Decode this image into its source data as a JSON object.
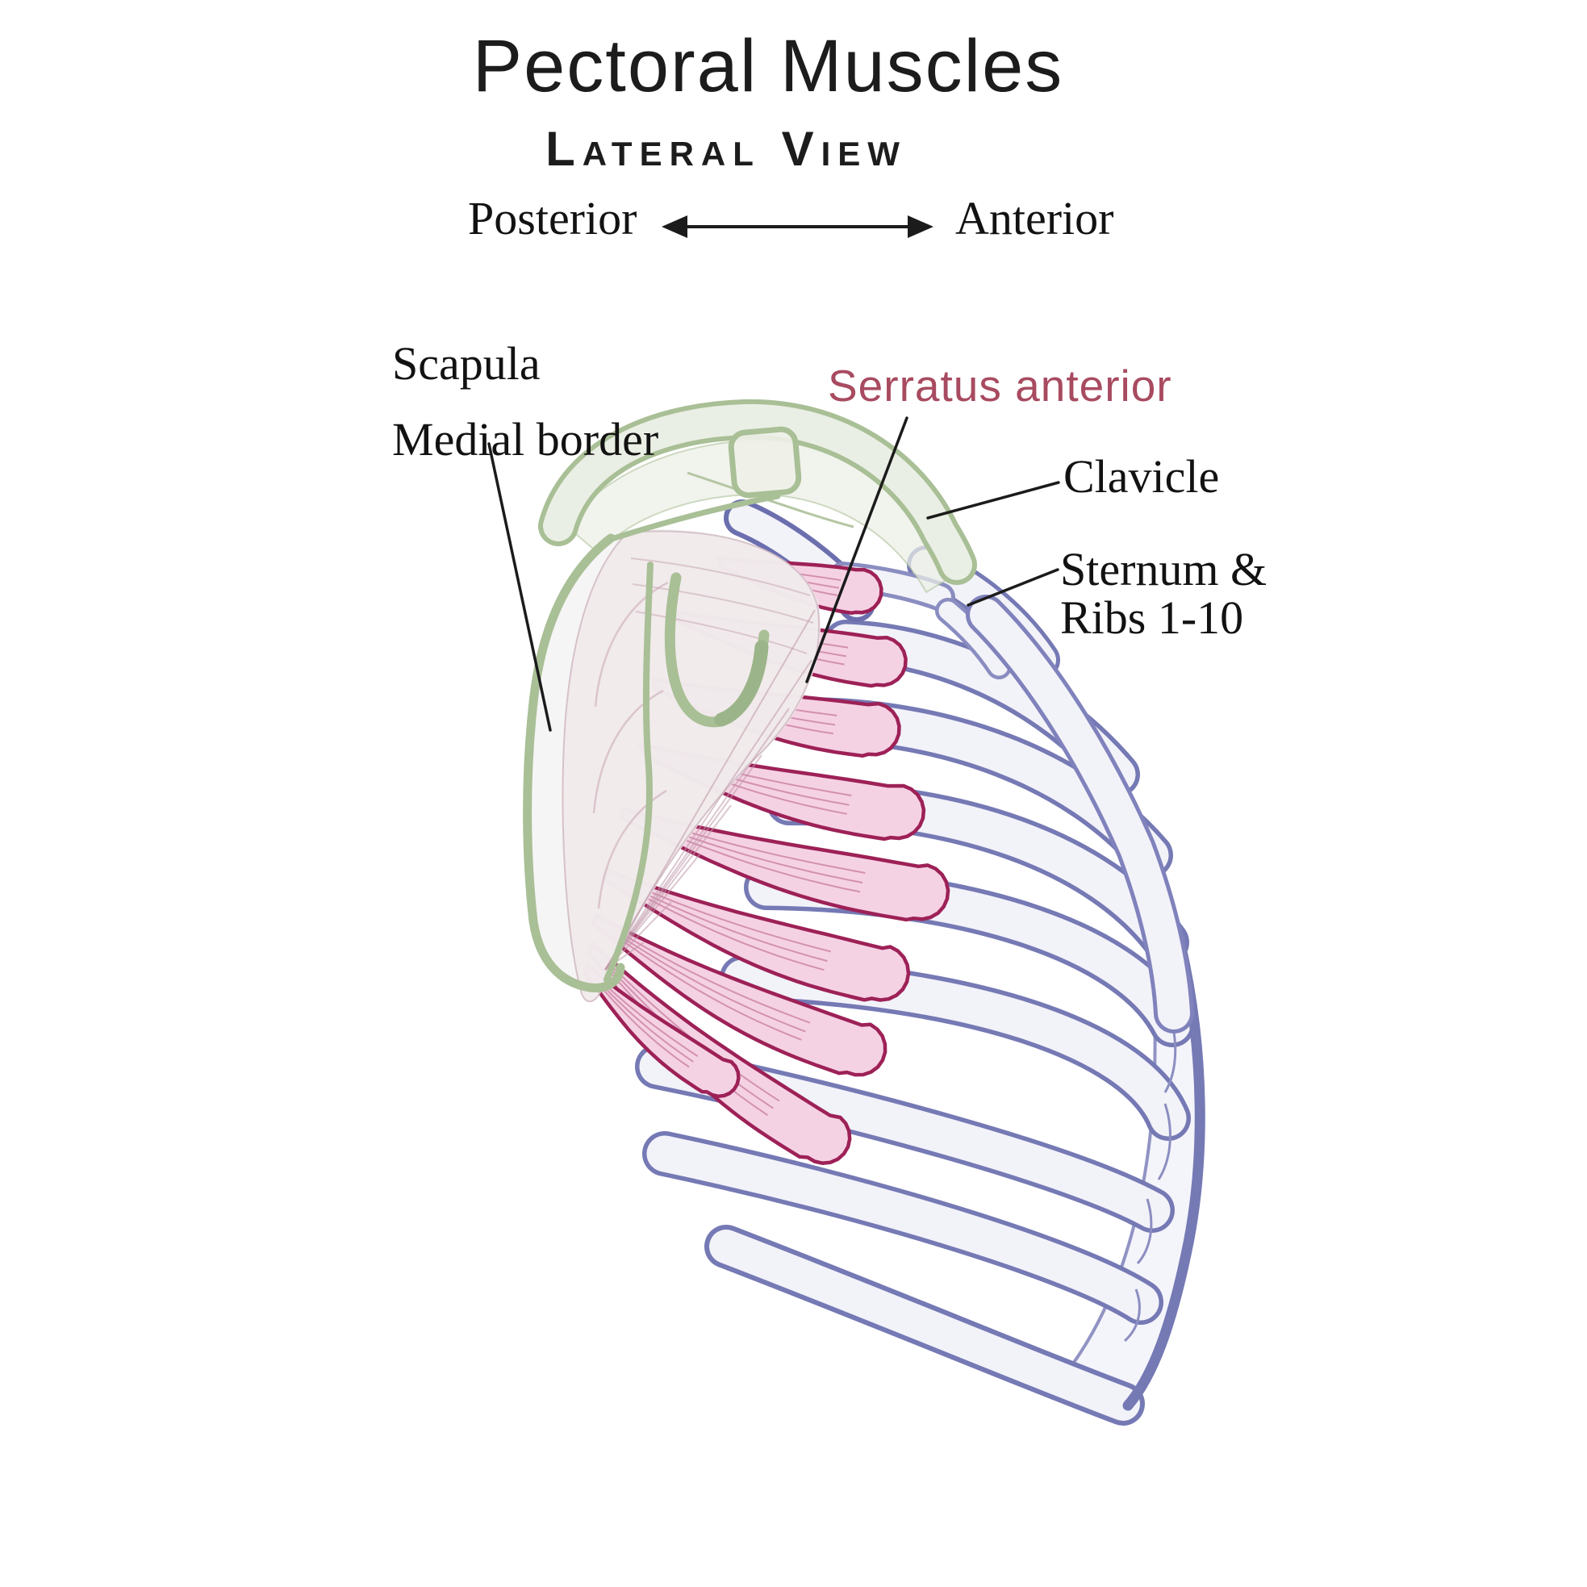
{
  "header": {
    "title": "Pectoral Muscles",
    "subtitle": "Lateral View"
  },
  "orientation": {
    "left_label": "Posterior",
    "right_label": "Anterior",
    "arrow_icon": "double-headed-arrow"
  },
  "annotations": {
    "scapula": {
      "line1": "Scapula",
      "line2": "Medial border"
    },
    "serratus": {
      "label": "Serratus anterior"
    },
    "clavicle": {
      "label": "Clavicle"
    },
    "sternum": {
      "line1": "Sternum &",
      "line2": "Ribs 1-10"
    }
  },
  "colors": {
    "text": "#1c1c1c",
    "serratus_label": "#a84b60",
    "leader_line": "#1b1b1b",
    "muscle_outline": "#9d2157",
    "muscle_fill": "#f5d2e3",
    "muscle_striation": "rgba(156,40,94,0.38)",
    "bone_outline": "#7579b4",
    "bone_outline_light": "#8b8ec0",
    "bone_inner_line": "#9093c3",
    "bone_fill": "#f2f2f9",
    "bone_fill_soft": "#f4f4fb",
    "scapula_outline": "#a9bf96",
    "scapula_outline_deep": "#9cb489",
    "scapula_fill": "rgba(240,243,235,0.92)",
    "scapula_blade_fill": "rgba(244,243,243,0.85)",
    "subscap_fill": "rgba(240,233,235,0.88)",
    "subscap_striation": "rgba(192,152,170,0.55)"
  }
}
